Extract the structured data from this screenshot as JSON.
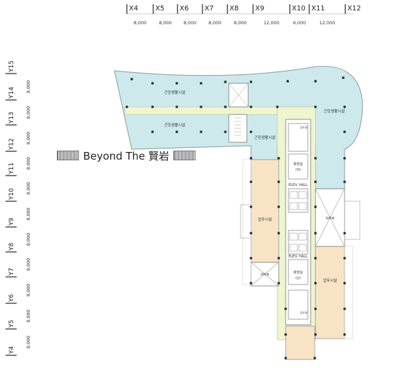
{
  "grid": {
    "x_axes": [
      "X4",
      "X5",
      "X6",
      "X7",
      "X8",
      "X9",
      "X10",
      "X11",
      "X12"
    ],
    "x_spacings": [
      "8,000",
      "8,000",
      "8,000",
      "8,000",
      "8,000",
      "12,000",
      "6,000",
      "12,000"
    ],
    "y_axes": [
      "Y4",
      "Y5",
      "Y6",
      "Y7",
      "Y8",
      "Y9",
      "Y10",
      "Y11",
      "Y12",
      "Y13",
      "Y14",
      "Y15"
    ],
    "y_spacings": [
      "8,000",
      "8,000",
      "8,000",
      "8,000",
      "8,000",
      "8,000",
      "8,000",
      "8,000",
      "8,000",
      "8,000",
      "8,000"
    ]
  },
  "title": "Beyond The 賢岩",
  "rooms": {
    "retail_1": "근린생활시설",
    "retail_2": "근린생활시설",
    "retail_3": "근린생활시설",
    "retail_4": "근린생활시설",
    "office_1": "업무시설",
    "office_2": "업무시설",
    "open_1": "OPEN",
    "open_2": "OPEN",
    "elev_hall_1": "ELEV. HALL",
    "elev_hall_2": "ELEV. HALL",
    "toilet_f": "화장실",
    "toilet_f_sub": "(여)",
    "toilet_m": "화장실",
    "toilet_m_sub": "(남)",
    "utility_1": "공조실",
    "utility_2": "공조실"
  },
  "colors": {
    "retail": "#cde9ec",
    "office": "#f8e4c4",
    "corridor": "#eef5cf",
    "outline": "#8a9aa0",
    "column": "#222222"
  }
}
